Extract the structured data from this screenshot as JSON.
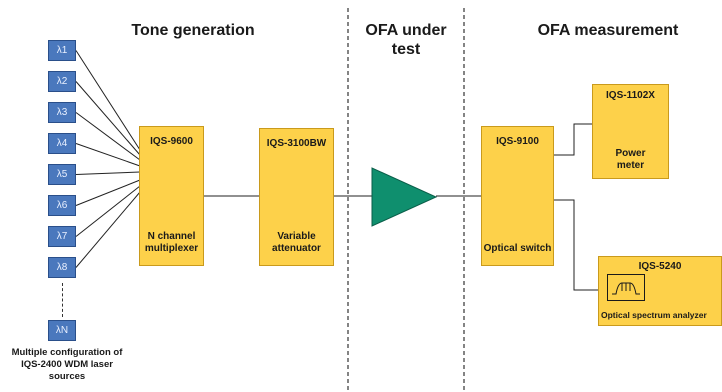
{
  "sections": {
    "tone_generation": "Tone generation",
    "ofa_under_test": "OFA under test",
    "ofa_measurement": "OFA measurement"
  },
  "lasers": [
    "λ1",
    "λ2",
    "λ3",
    "λ4",
    "λ5",
    "λ6",
    "λ7",
    "λ8"
  ],
  "laser_last": "λN",
  "laser_note": "Multiple configuration of IQS-2400 WDM laser sources",
  "mux": {
    "model": "IQS-9600",
    "name": "N channel multiplexer"
  },
  "attenuator": {
    "model": "IQS-3100BW",
    "name": "Variable attenuator"
  },
  "switch": {
    "model": "IQS-9100",
    "name": "Optical switch"
  },
  "power_meter": {
    "model": "IQS-1102X",
    "name": "Power meter"
  },
  "osa": {
    "model": "IQS-5240",
    "name": "Optical spectrum analyzer"
  },
  "colors": {
    "laser": "#4a78bd",
    "module": "#fdd14a",
    "amplifier": "#0f8f6e"
  }
}
